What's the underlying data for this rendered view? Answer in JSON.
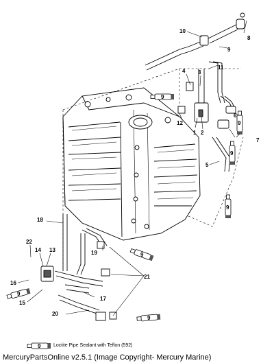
{
  "callouts": {
    "c1": "1",
    "c2": "2",
    "c3": "3",
    "c4": "4",
    "c5": "5",
    "c6": "6",
    "c7": "7",
    "c8": "8",
    "c9": "9",
    "c10": "10",
    "c11": "11",
    "c12": "12",
    "c13": "13",
    "c14": "14",
    "c15": "15",
    "c16": "16",
    "c17": "17",
    "c18": "18",
    "c19": "19",
    "c20": "20",
    "c21": "21",
    "c22": "22"
  },
  "tube_label": "9",
  "legend": {
    "text": "Loctite Pipe Sealant with Teflon (592)"
  },
  "footer": {
    "text": "MercuryPartsOnline v2.5.1 (Image Copyright- Mercury Marine)"
  }
}
